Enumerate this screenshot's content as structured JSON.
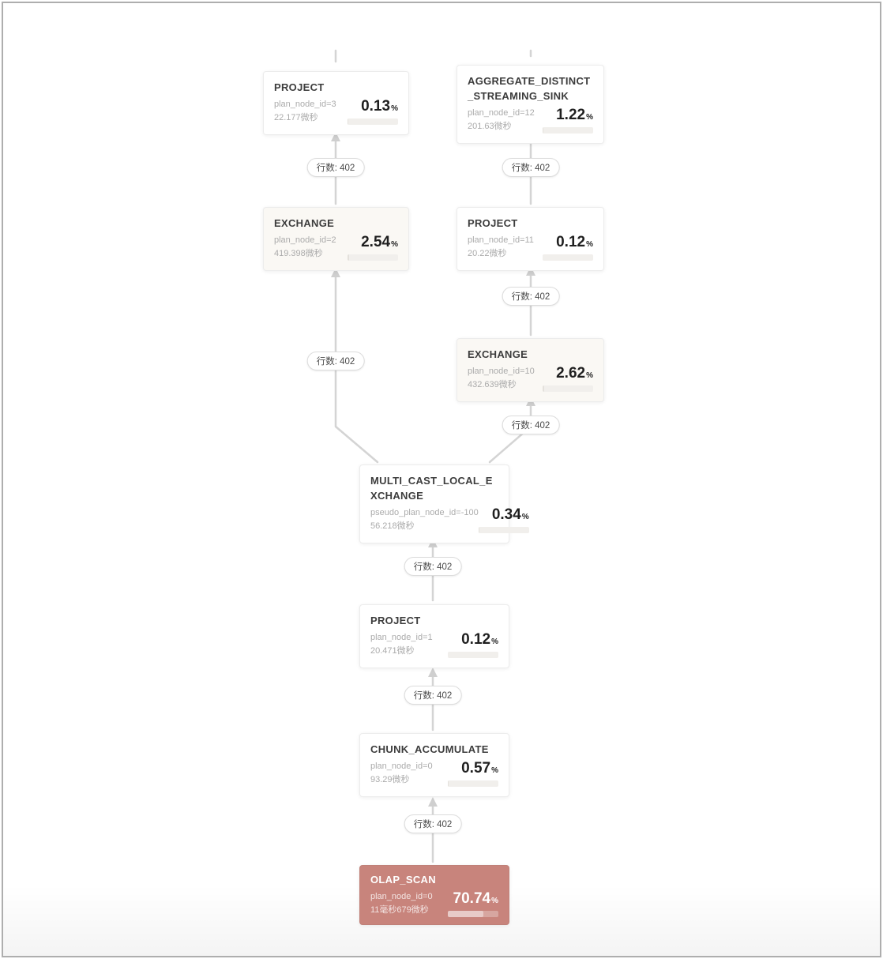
{
  "ui": {
    "type": "query-plan-dag",
    "frame_border_color": "#aeaeae",
    "edge_color": "#d4d4d4",
    "accent_scan_color": "#c8847c",
    "exchange_bg_color": "#faf8f4"
  },
  "nodes": [
    {
      "title": "PROJECT",
      "id_label": "plan_node_id=3",
      "time_label": "22.177微秒",
      "pct": "0.13",
      "pct_suffix": "%",
      "pct_value": 0.13
    },
    {
      "title": "AGGREGATE_DISTINCT_STREAMING_SINK",
      "id_label": "plan_node_id=12",
      "time_label": "201.63微秒",
      "pct": "1.22",
      "pct_suffix": "%",
      "pct_value": 1.22
    },
    {
      "title": "EXCHANGE",
      "id_label": "plan_node_id=2",
      "time_label": "419.398微秒",
      "pct": "2.54",
      "pct_suffix": "%",
      "pct_value": 2.54
    },
    {
      "title": "PROJECT",
      "id_label": "plan_node_id=11",
      "time_label": "20.22微秒",
      "pct": "0.12",
      "pct_suffix": "%",
      "pct_value": 0.12
    },
    {
      "title": "EXCHANGE",
      "id_label": "plan_node_id=10",
      "time_label": "432.639微秒",
      "pct": "2.62",
      "pct_suffix": "%",
      "pct_value": 2.62
    },
    {
      "title": "MULTI_CAST_LOCAL_EXCHANGE",
      "id_label": "pseudo_plan_node_id=-100",
      "time_label": "56.218微秒",
      "pct": "0.34",
      "pct_suffix": "%",
      "pct_value": 0.34
    },
    {
      "title": "PROJECT",
      "id_label": "plan_node_id=1",
      "time_label": "20.471微秒",
      "pct": "0.12",
      "pct_suffix": "%",
      "pct_value": 0.12
    },
    {
      "title": "CHUNK_ACCUMULATE",
      "id_label": "plan_node_id=0",
      "time_label": "93.29微秒",
      "pct": "0.57",
      "pct_suffix": "%",
      "pct_value": 0.57
    },
    {
      "title": "OLAP_SCAN",
      "id_label": "plan_node_id=0",
      "time_label": "11毫秒679微秒",
      "pct": "70.74",
      "pct_suffix": "%",
      "pct_value": 70.74
    }
  ],
  "edges": [
    {
      "label": "行数: 402"
    },
    {
      "label": "行数: 402"
    },
    {
      "label": "行数: 402"
    },
    {
      "label": "行数: 402"
    },
    {
      "label": "行数: 402"
    },
    {
      "label": "行数: 402"
    },
    {
      "label": "行数: 402"
    },
    {
      "label": "行数: 402"
    }
  ]
}
